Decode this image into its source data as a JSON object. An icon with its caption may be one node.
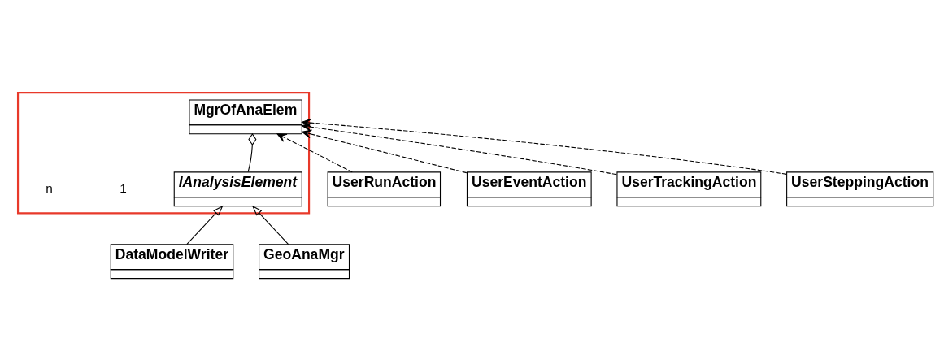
{
  "diagram": {
    "nodes": [
      {
        "text": [],
        "shape": "box"
      },
      {
        "text": [
          "MgrOfAnaElem"
        ],
        "in": 0
      },
      {
        "text": [
          "IAnalysisElement"
        ],
        "in": 0
      },
      {
        "text": [
          "UserRunAction"
        ]
      },
      {
        "text": [
          "UserEventAction"
        ]
      },
      {
        "text": [
          "UserTrackingAction"
        ]
      },
      {
        "text": [
          "UserSteppingAction"
        ]
      },
      {
        "text": [
          "DataModelWriter"
        ]
      },
      {
        "text": [
          "GeoAnaMgr"
        ]
      }
    ],
    "edges": [
      {
        "from": 3,
        "to": 1,
        "arrow": "to",
        "style": "dashed"
      },
      {
        "from": 4,
        "to": 1,
        "arrow": "to",
        "style": "dashed"
      },
      {
        "from": 5,
        "to": 1,
        "arrow": "to",
        "style": "dashed"
      },
      {
        "from": 6,
        "to": 1,
        "arrow": "to",
        "style": "dashed"
      },
      {
        "from": 1,
        "to": 2,
        "arrow": "other"
      },
      {
        "from": 7,
        "to": 2,
        "arrow": "to"
      },
      {
        "from": 8,
        "to": 2,
        "arrow": "to"
      }
    ],
    "labels": [
      "1",
      "n"
    ]
  }
}
